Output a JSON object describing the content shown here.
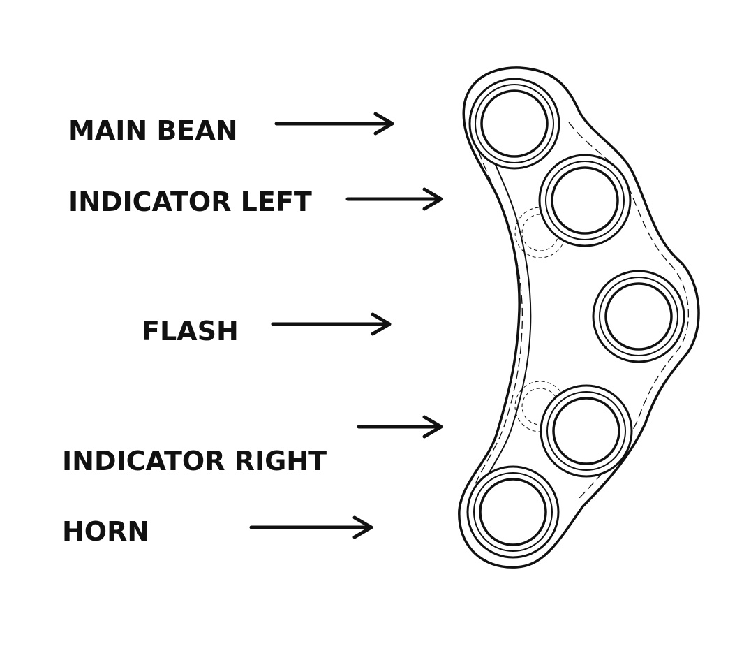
{
  "labels": {
    "main_beam": "MAIN BEAN",
    "indicator_left": "INDICATOR LEFT",
    "flash": "FLASH",
    "indicator_right": "INDICATOR RIGHT",
    "horn": "HORN"
  },
  "colors": {
    "ink": "#111111",
    "background": "#ffffff"
  }
}
